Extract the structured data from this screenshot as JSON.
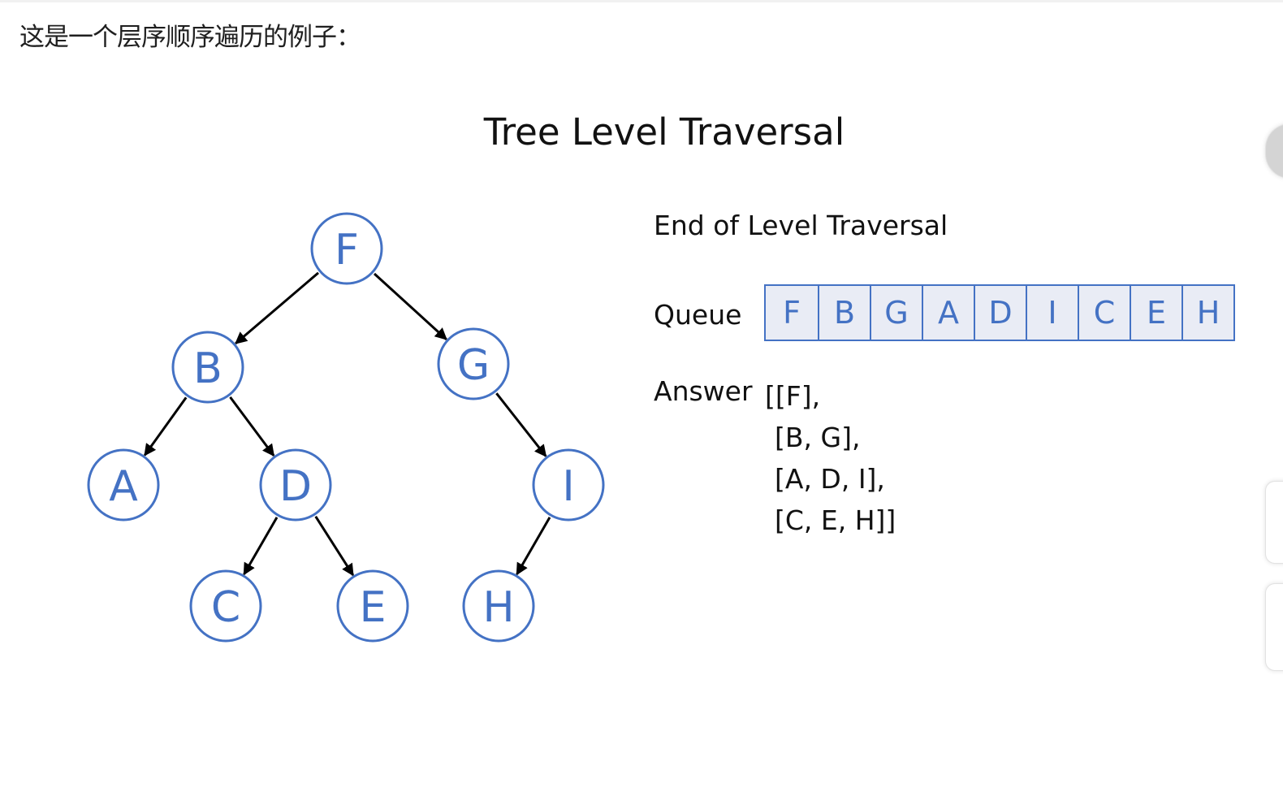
{
  "intro_text": "这是一个层序顺序遍历的例子：",
  "figure": {
    "title": "Tree Level Traversal",
    "status_label": "End of Level Traversal",
    "queue_label": "Queue",
    "queue": [
      "F",
      "B",
      "G",
      "A",
      "D",
      "I",
      "C",
      "E",
      "H"
    ],
    "answer_label": "Answer",
    "answer_lines": [
      "[[F],",
      "[B, G],",
      "[A, D, I],",
      "[C, E, H]]"
    ]
  },
  "tree": {
    "nodes": [
      "F",
      "B",
      "G",
      "A",
      "D",
      "I",
      "C",
      "E",
      "H"
    ],
    "edges": [
      [
        "F",
        "B"
      ],
      [
        "F",
        "G"
      ],
      [
        "B",
        "A"
      ],
      [
        "B",
        "D"
      ],
      [
        "G",
        "I"
      ],
      [
        "D",
        "C"
      ],
      [
        "D",
        "E"
      ],
      [
        "I",
        "H"
      ]
    ]
  },
  "colors": {
    "node": "#4472c4",
    "queue_fill": "#e9ecf5",
    "edge": "#000000"
  }
}
